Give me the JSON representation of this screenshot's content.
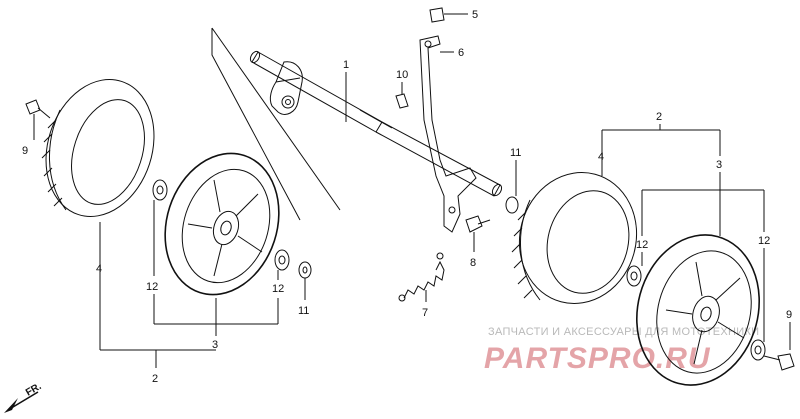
{
  "labels": {
    "axle": "1",
    "wheel_assy_left": "2",
    "wheel_assy_right": "2",
    "wheel_left": "3",
    "wheel_right": "3",
    "tire_left": "4",
    "tire_right": "4",
    "plate": "5",
    "bracket": "6",
    "spring": "7",
    "bolt_center": "8",
    "bolt_left": "9",
    "bolt_right": "9",
    "nut": "10",
    "washer_left": "11",
    "washer_center": "11",
    "bearing_l1": "12",
    "bearing_l2": "12",
    "bearing_r1": "12",
    "bearing_r2": "12"
  },
  "direction": "FR.",
  "watermark": {
    "line1": "ЗАПЧАСТИ И АКСЕССУАРЫ ДЛЯ МОТОТЕХНИКИ",
    "line2": "PARTSPRO.RU"
  },
  "colors": {
    "ink": "#111111",
    "watermark_text": "#b9b9b9",
    "watermark_logo": "#e4a4a8"
  }
}
